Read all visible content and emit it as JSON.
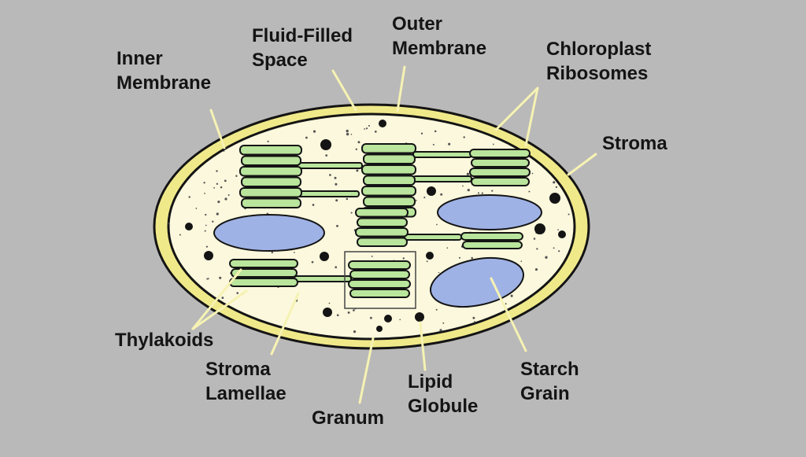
{
  "labels": {
    "inner_membrane": [
      "Inner",
      "Membrane"
    ],
    "fluid_filled_space": [
      "Fluid-Filled",
      "Space"
    ],
    "outer_membrane": [
      "Outer",
      "Membrane"
    ],
    "chloroplast_ribosomes": [
      "Chloroplast",
      "Ribosomes"
    ],
    "stroma": "Stroma",
    "thylakoids": "Thylakoids",
    "stroma_lamellae": [
      "Stroma",
      "Lamellae"
    ],
    "granum": "Granum",
    "lipid_globule": [
      "Lipid",
      "Globule"
    ],
    "starch_grain": [
      "Starch",
      "Grain"
    ]
  },
  "colors": {
    "background": "#b9b9b9",
    "outer_membrane": "#f0e98a",
    "stroma_fill": "#fbf8dd",
    "thylakoid": "#b9e59c",
    "starch_grain": "#9fb2e6",
    "leader_line": "#f6f2b3",
    "label_text": "#141414"
  }
}
